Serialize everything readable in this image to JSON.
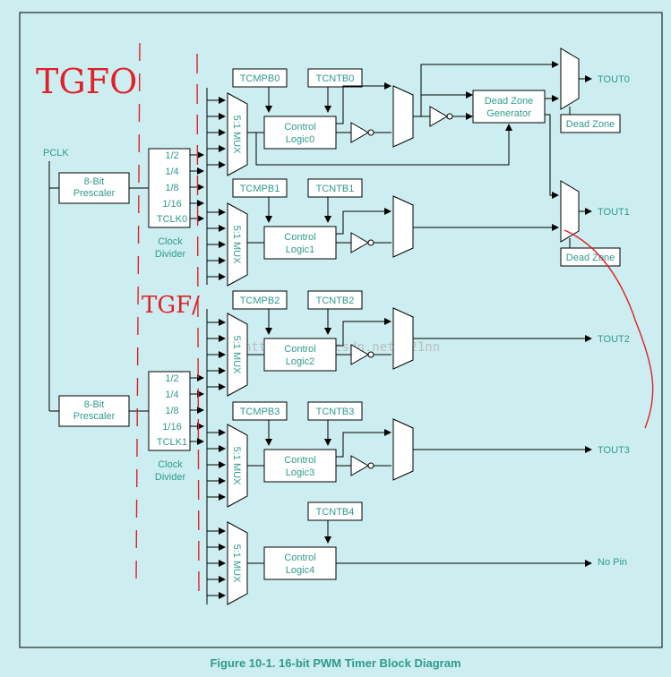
{
  "caption": "Figure 10-1. 16-bit PWM Timer Block Diagram",
  "pclk": "PCLK",
  "prescalers": [
    {
      "line1": "8-Bit",
      "line2": "Prescaler"
    },
    {
      "line1": "8-Bit",
      "line2": "Prescaler"
    }
  ],
  "dividers": [
    {
      "taps": [
        "1/2",
        "1/4",
        "1/8",
        "1/16",
        "TCLK0"
      ],
      "label1": "Clock",
      "label2": "Divider"
    },
    {
      "taps": [
        "1/2",
        "1/4",
        "1/8",
        "1/16",
        "TCLK1"
      ],
      "label1": "Clock",
      "label2": "Divider"
    }
  ],
  "mux_label": "5:1 MUX",
  "channels": [
    {
      "tcmp": "TCMPB0",
      "tcnt": "TCNTB0",
      "logic1": "Control",
      "logic2": "Logic0",
      "output": "TOUT0"
    },
    {
      "tcmp": "TCMPB1",
      "tcnt": "TCNTB1",
      "logic1": "Control",
      "logic2": "Logic1",
      "output": "TOUT1"
    },
    {
      "tcmp": "TCMPB2",
      "tcnt": "TCNTB2",
      "logic1": "Control",
      "logic2": "Logic2",
      "output": "TOUT2"
    },
    {
      "tcmp": "TCMPB3",
      "tcnt": "TCNTB3",
      "logic1": "Control",
      "logic2": "Logic3",
      "output": "TOUT3"
    },
    {
      "tcmp": "",
      "tcnt": "TCNTB4",
      "logic1": "Control",
      "logic2": "Logic4",
      "output": "No Pin"
    }
  ],
  "dead_zone_gen": {
    "line1": "Dead Zone",
    "line2": "Generator"
  },
  "dead_zone": [
    "Dead Zone",
    "Dead Zone"
  ],
  "annotations": [
    "TGFO",
    "TGF/"
  ],
  "watermark": "http://blog.csdn.net/r21nn"
}
